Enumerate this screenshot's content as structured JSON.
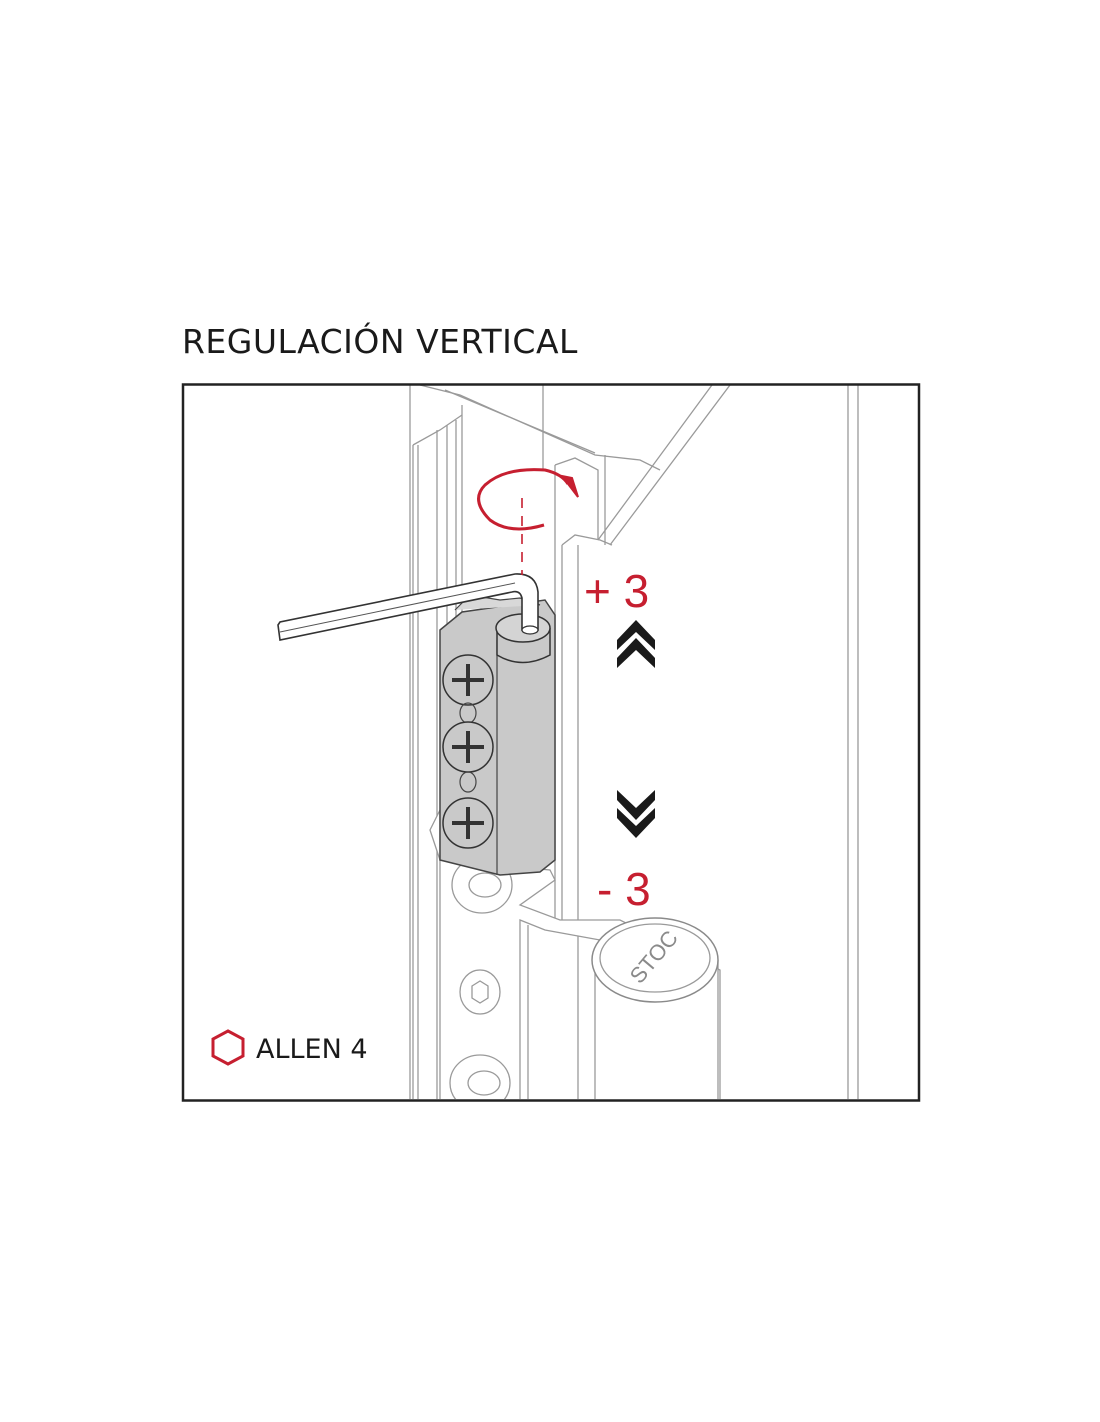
{
  "title": "REGULACIÓN VERTICAL",
  "adjust_up_label": "+ 3",
  "adjust_down_label": "- 3",
  "tool_label": "ALLEN 4",
  "brand_on_cap": "STOC",
  "icons": {
    "rotate": "clockwise-rotation-arrow-icon",
    "up": "double-chevron-up-icon",
    "down": "double-chevron-down-icon",
    "tool": "hexagon-icon"
  },
  "colors": {
    "accent": "#c61f30",
    "frame": "#222222",
    "hinge": "#c9c9c9"
  }
}
